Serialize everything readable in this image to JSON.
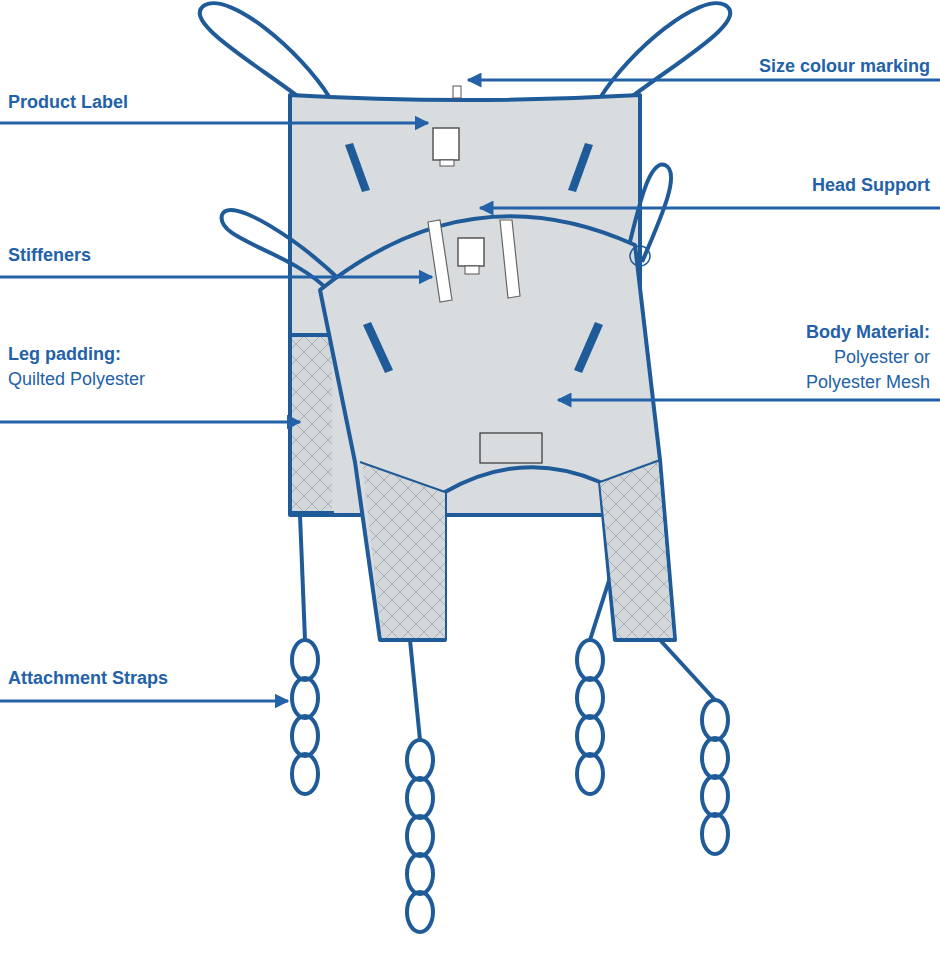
{
  "diagram": {
    "labels": [
      "Size colour marking",
      "Product Label",
      "Head Support",
      "Stiffeners",
      "Body Material:",
      "Polyester or Polyester Mesh",
      "Leg padding:",
      "Quilted Polyester",
      "Attachment Straps"
    ]
  }
}
